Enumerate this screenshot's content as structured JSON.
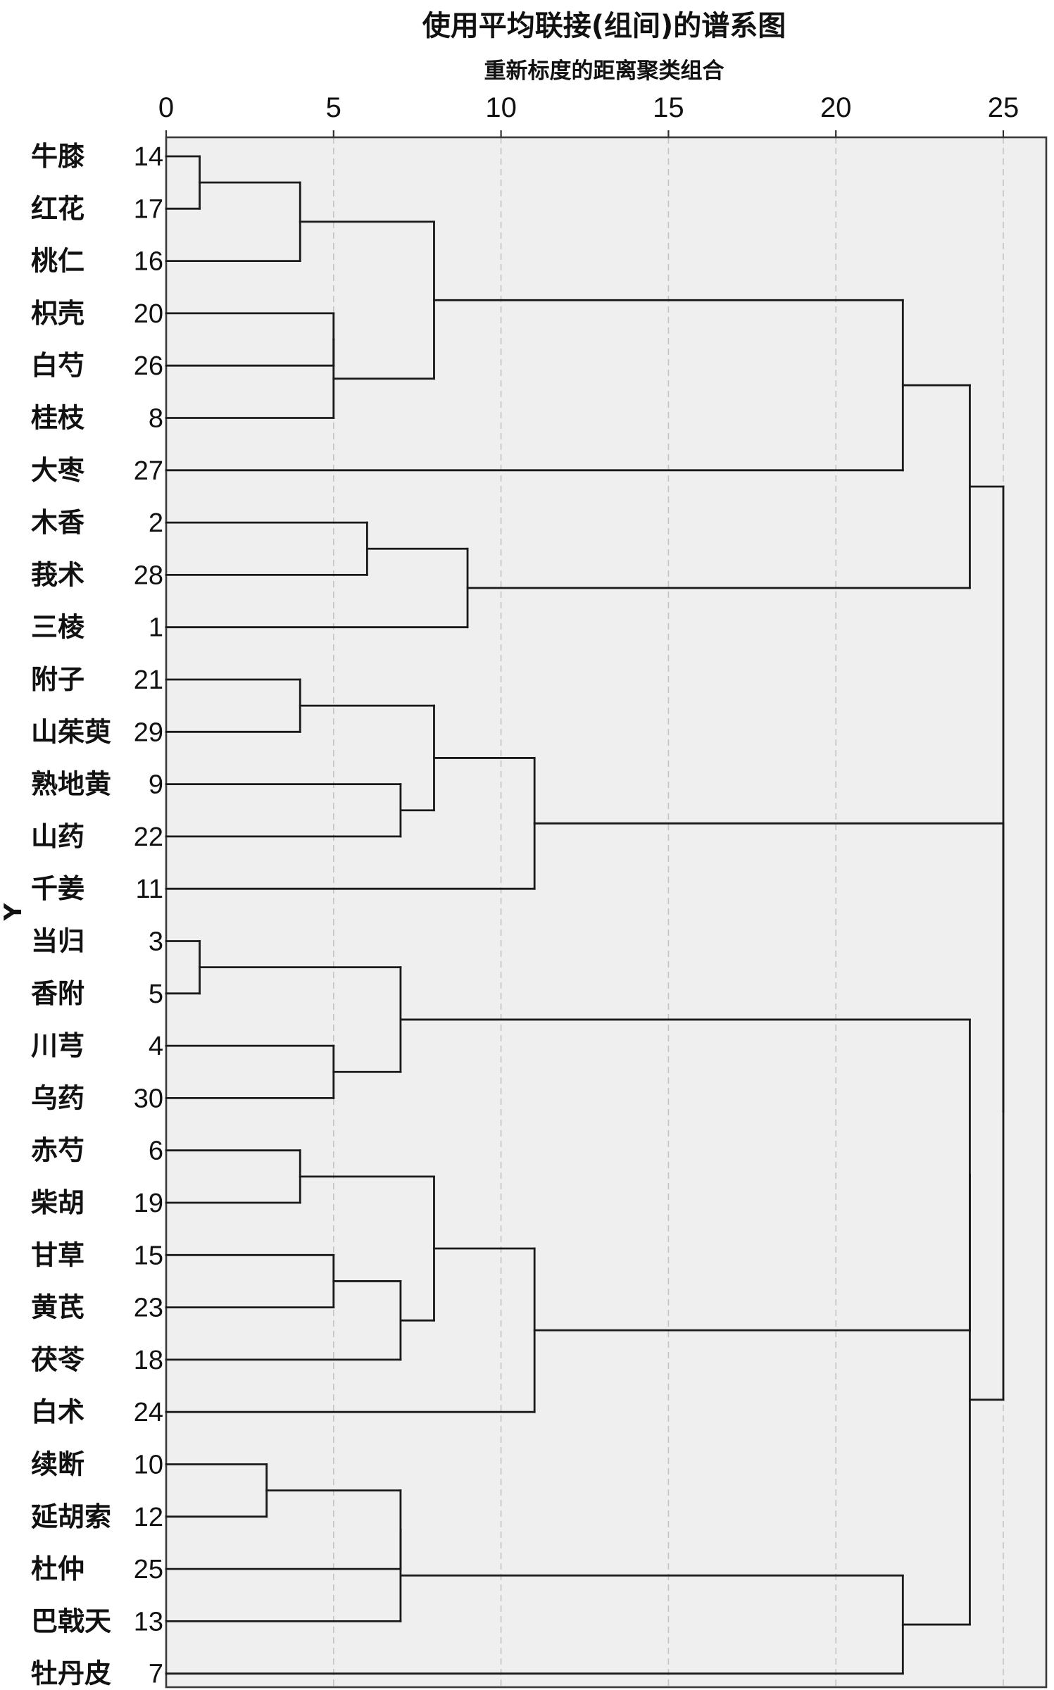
{
  "chart_data": {
    "type": "dendrogram",
    "title": "使用平均联接(组间)的谱系图",
    "subtitle": "重新标度的距离聚类组合",
    "ylabel": "Y",
    "xlim": [
      0,
      25
    ],
    "x_ticks": [
      0,
      5,
      10,
      15,
      20,
      25
    ],
    "grid": "vertical dashed",
    "leaves": [
      {
        "label": "牛膝",
        "case": 14
      },
      {
        "label": "红花",
        "case": 17
      },
      {
        "label": "桃仁",
        "case": 16
      },
      {
        "label": "枳壳",
        "case": 20
      },
      {
        "label": "白芍",
        "case": 26
      },
      {
        "label": "桂枝",
        "case": 8
      },
      {
        "label": "大枣",
        "case": 27
      },
      {
        "label": "木香",
        "case": 2
      },
      {
        "label": "莪术",
        "case": 28
      },
      {
        "label": "三棱",
        "case": 1
      },
      {
        "label": "附子",
        "case": 21
      },
      {
        "label": "山茱萸",
        "case": 29
      },
      {
        "label": "熟地黄",
        "case": 9
      },
      {
        "label": "山药",
        "case": 22
      },
      {
        "label": "千姜",
        "case": 11
      },
      {
        "label": "当归",
        "case": 3
      },
      {
        "label": "香附",
        "case": 5
      },
      {
        "label": "川芎",
        "case": 4
      },
      {
        "label": "乌药",
        "case": 30
      },
      {
        "label": "赤芍",
        "case": 6
      },
      {
        "label": "柴胡",
        "case": 19
      },
      {
        "label": "甘草",
        "case": 15
      },
      {
        "label": "黄芪",
        "case": 23
      },
      {
        "label": "茯苓",
        "case": 18
      },
      {
        "label": "白术",
        "case": 24
      },
      {
        "label": "续断",
        "case": 10
      },
      {
        "label": "延胡索",
        "case": 12
      },
      {
        "label": "杜仲",
        "case": 25
      },
      {
        "label": "巴戟天",
        "case": 13
      },
      {
        "label": "牡丹皮",
        "case": 7
      }
    ],
    "merges": [
      {
        "left": "L0",
        "right": "L1",
        "height": 1
      },
      {
        "left": "M0",
        "right": "L2",
        "height": 4
      },
      {
        "left": "L3",
        "right": "L4",
        "height": 5
      },
      {
        "left": "M2",
        "right": "L5",
        "height": 5
      },
      {
        "left": "M1",
        "right": "M3",
        "height": 8
      },
      {
        "left": "M4",
        "right": "L6",
        "height": 22
      },
      {
        "left": "L7",
        "right": "L8",
        "height": 6
      },
      {
        "left": "M6",
        "right": "L9",
        "height": 9
      },
      {
        "left": "M5",
        "right": "M7",
        "height": 24
      },
      {
        "left": "L10",
        "right": "L11",
        "height": 4
      },
      {
        "left": "L12",
        "right": "L13",
        "height": 7
      },
      {
        "left": "M9",
        "right": "M10",
        "height": 8
      },
      {
        "left": "M11",
        "right": "L14",
        "height": 11
      },
      {
        "left": "L15",
        "right": "L16",
        "height": 1
      },
      {
        "left": "L17",
        "right": "L18",
        "height": 5
      },
      {
        "left": "M13",
        "right": "M14",
        "height": 7
      },
      {
        "left": "L19",
        "right": "L20",
        "height": 4
      },
      {
        "left": "L21",
        "right": "L22",
        "height": 5
      },
      {
        "left": "M17",
        "right": "L23",
        "height": 7
      },
      {
        "left": "M16",
        "right": "M18",
        "height": 8
      },
      {
        "left": "M19",
        "right": "L24",
        "height": 11
      },
      {
        "left": "M15",
        "right": "M20",
        "height": 24
      },
      {
        "left": "L25",
        "right": "L26",
        "height": 3
      },
      {
        "left": "M22",
        "right": "L27",
        "height": 7
      },
      {
        "left": "M23",
        "right": "L28",
        "height": 7
      },
      {
        "left": "M24",
        "right": "L29",
        "height": 22
      },
      {
        "left": "M21",
        "right": "M25",
        "height": 24
      },
      {
        "left": "M12",
        "right": "M26",
        "height": 25
      },
      {
        "left": "M8",
        "right": "M27",
        "height": 25
      }
    ]
  }
}
